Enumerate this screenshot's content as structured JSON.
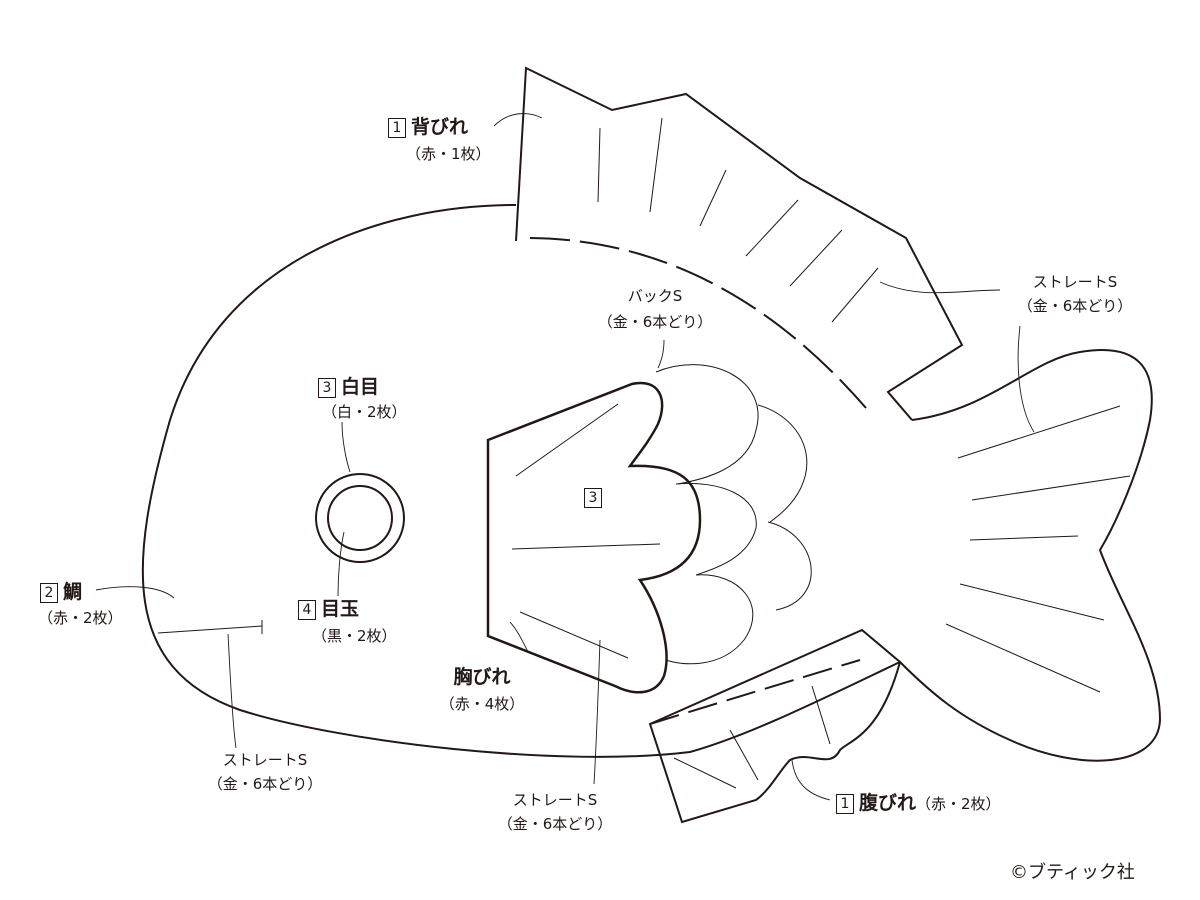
{
  "parts": {
    "dorsal_fin": {
      "number": "1",
      "name": "背びれ",
      "detail": "（赤・1枚）"
    },
    "tai": {
      "number": "2",
      "name": "鯛",
      "detail": "（赤・2枚）"
    },
    "white_eye": {
      "number": "3",
      "name": "白目",
      "detail": "（白・2枚）"
    },
    "eyeball": {
      "number": "4",
      "name": "目玉",
      "detail": "（黒・2枚）"
    },
    "pectoral_fin": {
      "number": "3",
      "name": "胸びれ",
      "detail": "（赤・4枚）"
    },
    "ventral_fin": {
      "number": "1",
      "name": "腹びれ",
      "detail": "（赤・2枚）"
    }
  },
  "stitches": {
    "straight_top": {
      "name": "ストレートS",
      "detail": "（金・6本どり）"
    },
    "back": {
      "name": "バックS",
      "detail": "（金・6本どり）"
    },
    "straight_left": {
      "name": "ストレートS",
      "detail": "（金・6本どり）"
    },
    "straight_bottom": {
      "name": "ストレートS",
      "detail": "（金・6本どり）"
    }
  },
  "copyright": "©ブティック社"
}
